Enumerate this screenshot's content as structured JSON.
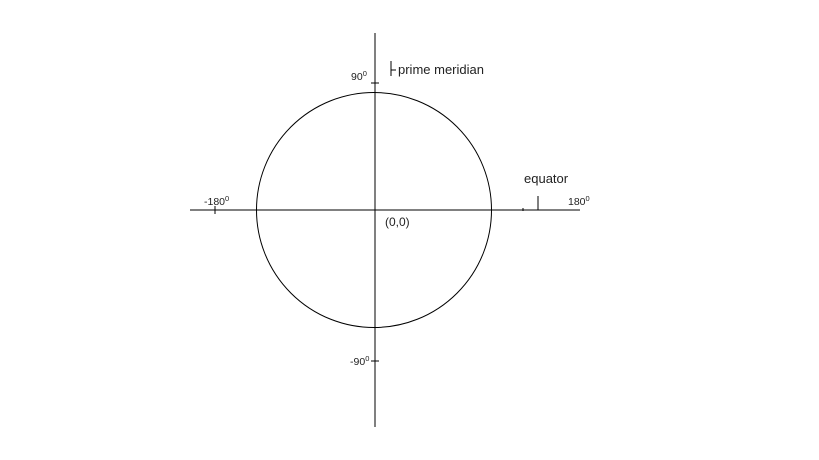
{
  "diagram": {
    "labels": {
      "north": "90",
      "south": "-90",
      "west": "-180",
      "east": "180",
      "degree_mark": "0",
      "origin": "(0,0)",
      "prime_meridian": "prime meridian",
      "equator": "equator"
    },
    "colors": {
      "line": "#000000",
      "text": "#222222",
      "background": "#ffffff"
    }
  }
}
